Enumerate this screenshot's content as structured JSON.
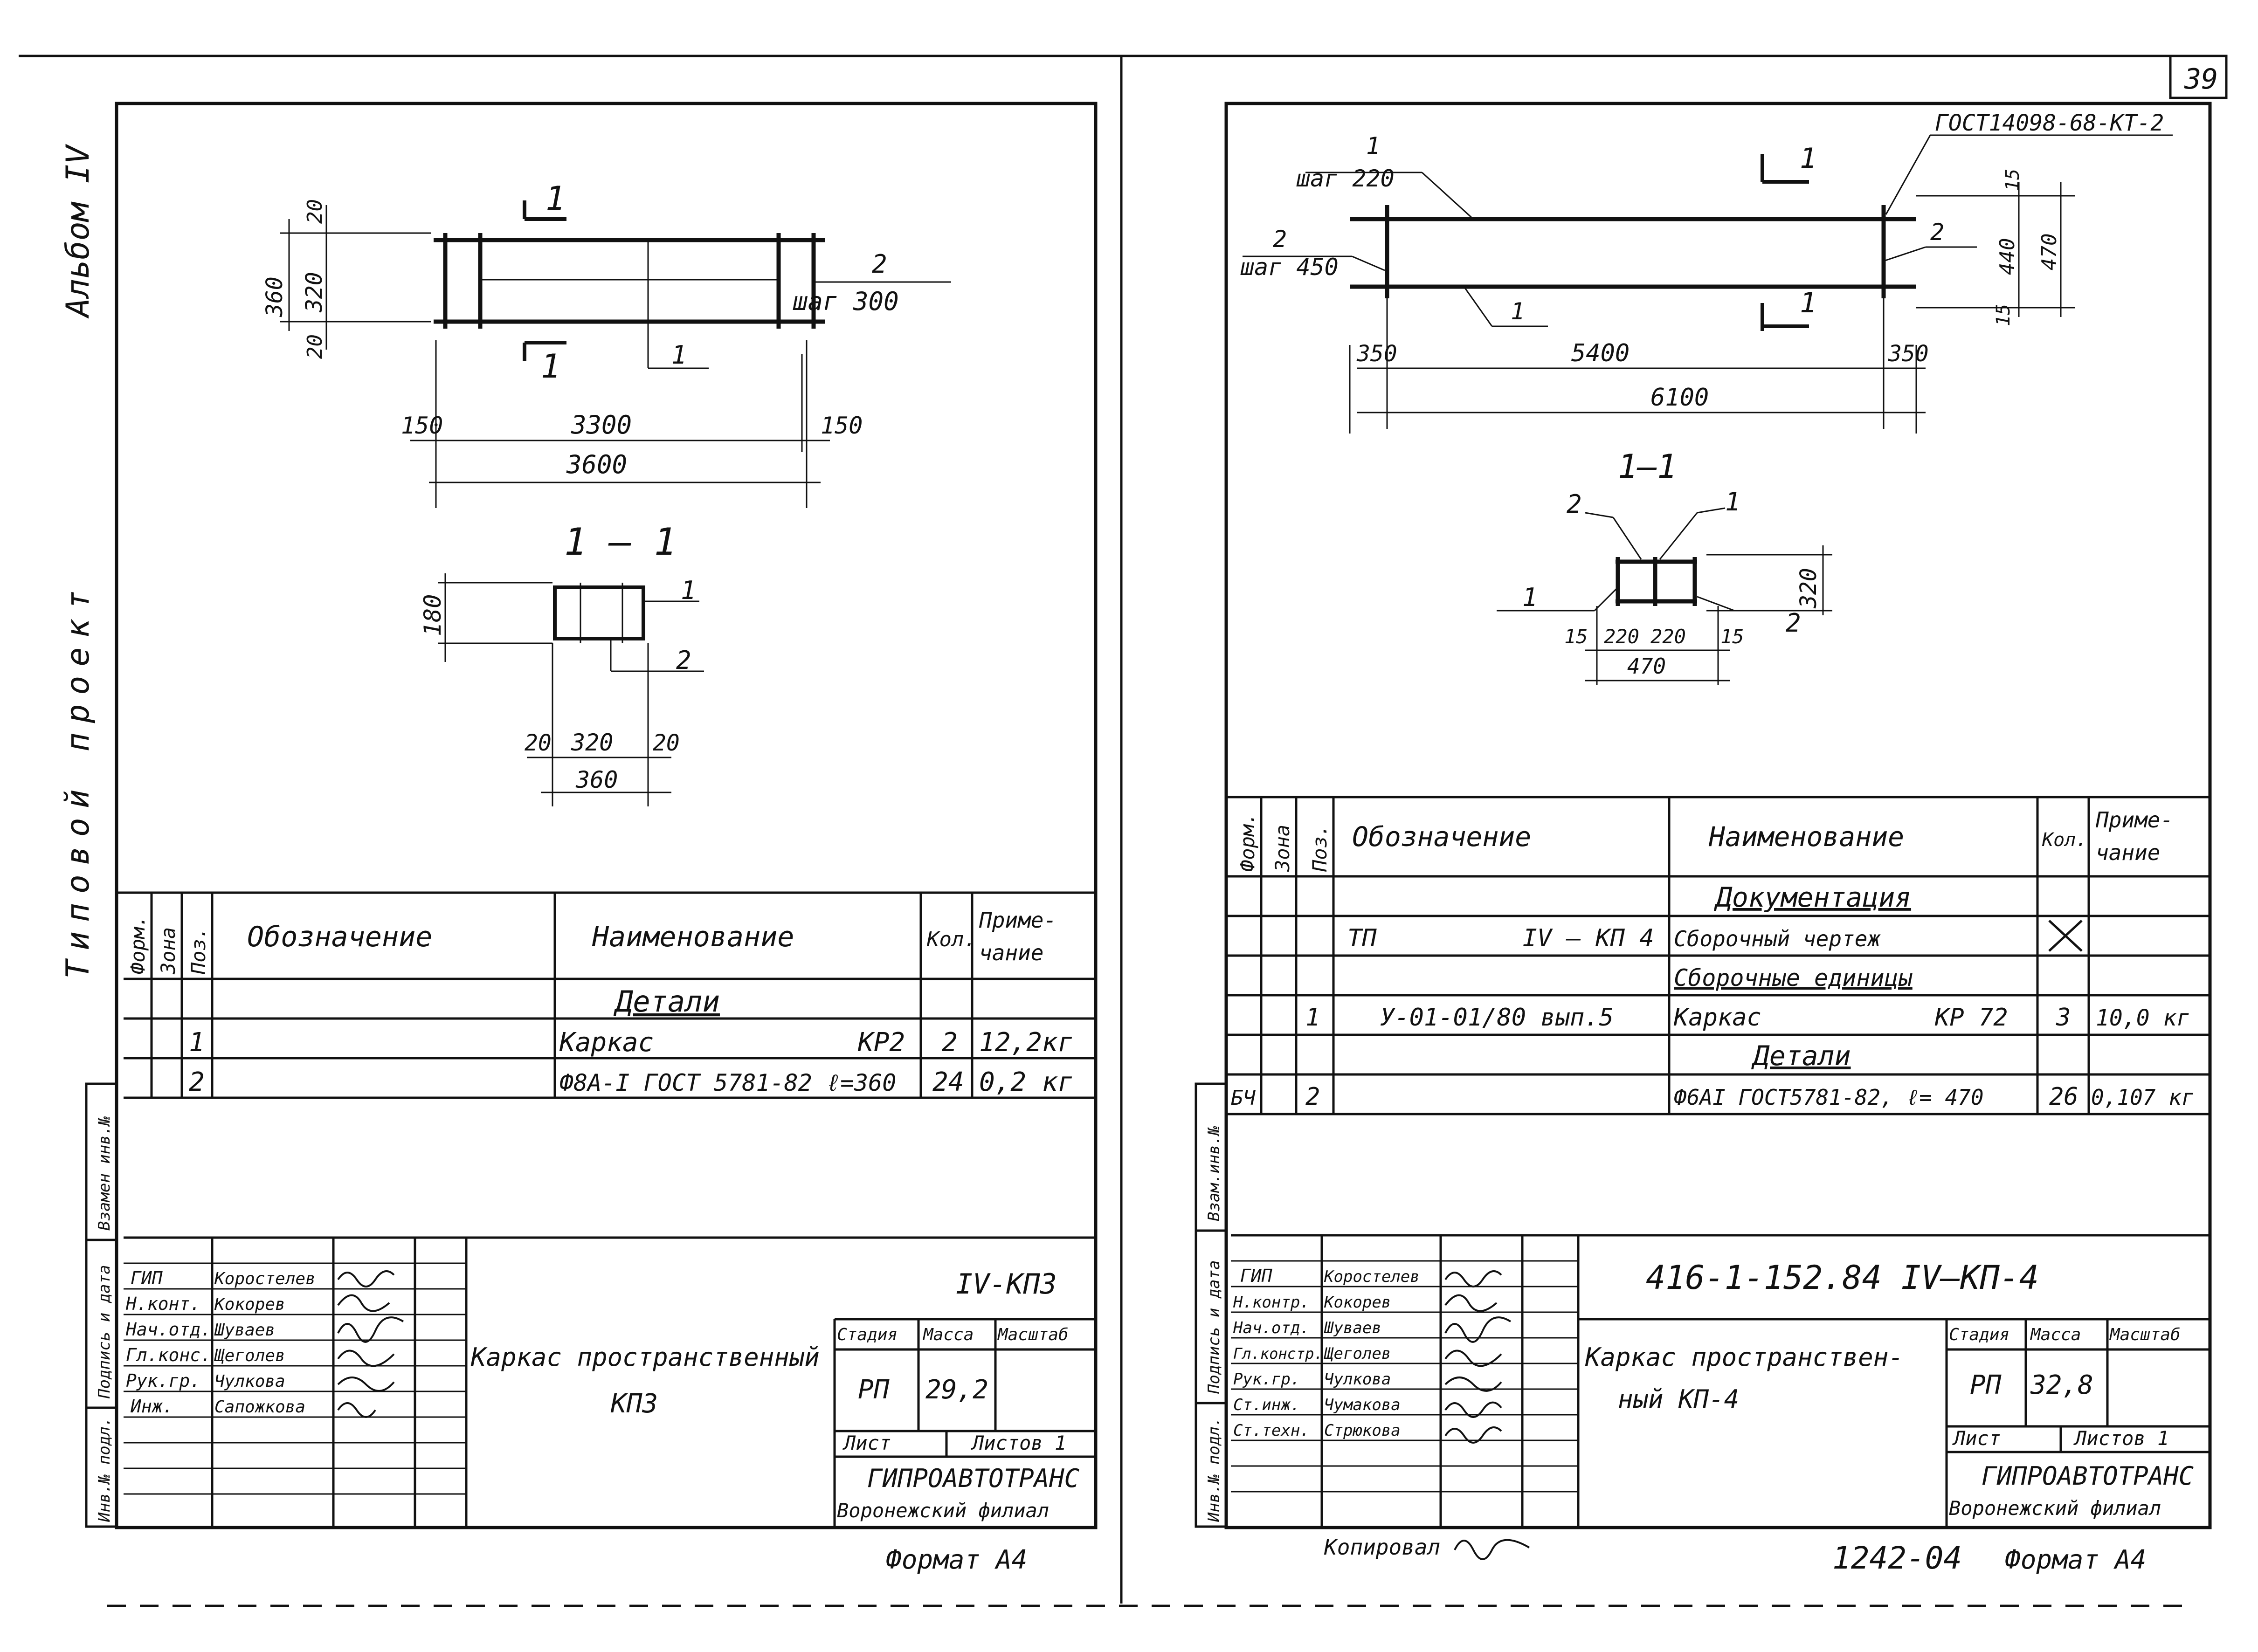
{
  "page_number": "39",
  "side_labels": [
    "Альбом IV",
    "Типовой проект"
  ],
  "left_sheet": {
    "drawing": {
      "top_marks": [
        "1",
        "1"
      ],
      "vertical_dims": [
        "360",
        "320",
        "20",
        "20"
      ],
      "rod_label": "2",
      "step": "шаг 300",
      "leader_1": "1",
      "end_dims": [
        "150",
        "3300",
        "150"
      ],
      "total": "3600",
      "section_title": "1 – 1",
      "section_height": "180",
      "section_pos1": "1",
      "section_pos2": "2",
      "section_dims": [
        "20",
        "320",
        "20"
      ],
      "section_total": "360"
    },
    "spec": {
      "headers": [
        "Форм.",
        "Зона",
        "Поз.",
        "Обозначение",
        "Наименование",
        "Кол.",
        "Приме-",
        "чание"
      ],
      "section_title": "Детали",
      "rows": [
        {
          "pos": "1",
          "name": "Каркас",
          "code": "КР2",
          "qty": "2",
          "note": "12,2кг"
        },
        {
          "pos": "2",
          "name": "Ф8А-I ГОСТ 5781-82 ℓ=360",
          "code": "",
          "qty": "24",
          "note": "0,2 кг"
        }
      ]
    },
    "title_block": {
      "sheet_code": "IV-КП3",
      "roles": [
        "ГИП",
        "Н.конт.",
        "Нач.отд.",
        "Гл.конс.",
        "Рук.гр.",
        "Инж."
      ],
      "names": [
        "Коростелев",
        "Кокорев",
        "Шуваев",
        "Щеголев",
        "Чулкова",
        "Сапожкова"
      ],
      "title": "Каркас пространственный",
      "title2": "КП3",
      "stage_headers": [
        "Стадия",
        "Масса",
        "Масштаб"
      ],
      "stage": "РП",
      "mass": "29,2",
      "sheet_label": "Лист",
      "sheets_label": "Листов 1",
      "org": "ГИПРОАВТОТРАНС",
      "branch": "Воронежский филиал"
    },
    "side_stamps": [
      "Взамен инв.№",
      "Подпись и дата",
      "Инв.№ подл."
    ],
    "format": "Формат А4"
  },
  "right_sheet": {
    "drawing": {
      "top_label_1": "1",
      "step_220": "шаг 220",
      "label_2": "2",
      "step_450": "шаг 450",
      "gost": "ГОСТ14098-68-КТ-2",
      "cut_marks": [
        "1",
        "1"
      ],
      "dims_right": [
        "15",
        "440",
        "15",
        "470"
      ],
      "bottom_leader": "1",
      "label_2_right": "2",
      "dims_bottom": [
        "350",
        "5400",
        "350"
      ],
      "total": "6100",
      "section_title": "1–1",
      "section_labels": [
        "2",
        "1",
        "1",
        "2"
      ],
      "section_height": "320",
      "section_dims": [
        "15",
        "220",
        "220",
        "15"
      ],
      "section_total": "470"
    },
    "spec": {
      "headers": [
        "Форм.",
        "Зона",
        "Поз.",
        "Обозначение",
        "Наименование",
        "Кол.",
        "Приме-",
        "чание"
      ],
      "rows": [
        {
          "type": "section",
          "name": "Документация"
        },
        {
          "type": "row",
          "form": "",
          "pos": "",
          "designation": "ТП          IV – КП 4",
          "name": "Сборочный чертеж",
          "code": "",
          "qty": "",
          "note": "",
          "cross": true
        },
        {
          "type": "section",
          "name": "Сборочные единицы"
        },
        {
          "type": "row",
          "form": "",
          "pos": "1",
          "designation": "У-01-01/80 вып.5",
          "name": "Каркас",
          "code": "КР 72",
          "qty": "3",
          "note": "10,0 кг"
        },
        {
          "type": "section",
          "name": "Детали"
        },
        {
          "type": "row",
          "form": "БЧ",
          "pos": "2",
          "designation": "",
          "name": "Ф6АI ГОСТ5781-82, ℓ= 470",
          "code": "",
          "qty": "26",
          "note": "0,107 кг"
        }
      ]
    },
    "title_block": {
      "code": "416-1-152.84 IV–КП-4",
      "roles": [
        "ГИП",
        "Н.контр.",
        "Нач.отд.",
        "Гл.констр.",
        "Рук.гр.",
        "Ст.инж.",
        "Ст.техн."
      ],
      "names": [
        "Коростелев",
        "Кокорев",
        "Шуваев",
        "Щеголев",
        "Чулкова",
        "Чумакова",
        "Стрюкова"
      ],
      "title": "Каркас пространствен-",
      "title2": "ный  КП-4",
      "stage_headers": [
        "Стадия",
        "Масса",
        "Масштаб"
      ],
      "stage": "РП",
      "mass": "32,8",
      "sheet_label": "Лист",
      "sheets_label": "Листов 1",
      "org": "ГИПРОАВТОТРАНС",
      "branch": "Воронежский филиал"
    },
    "side_stamps": [
      "Взам.инв.№",
      "Подпись и дата",
      "Инв.№ подл."
    ],
    "copied": "Копировал",
    "order": "1242-04",
    "format": "Формат А4"
  }
}
